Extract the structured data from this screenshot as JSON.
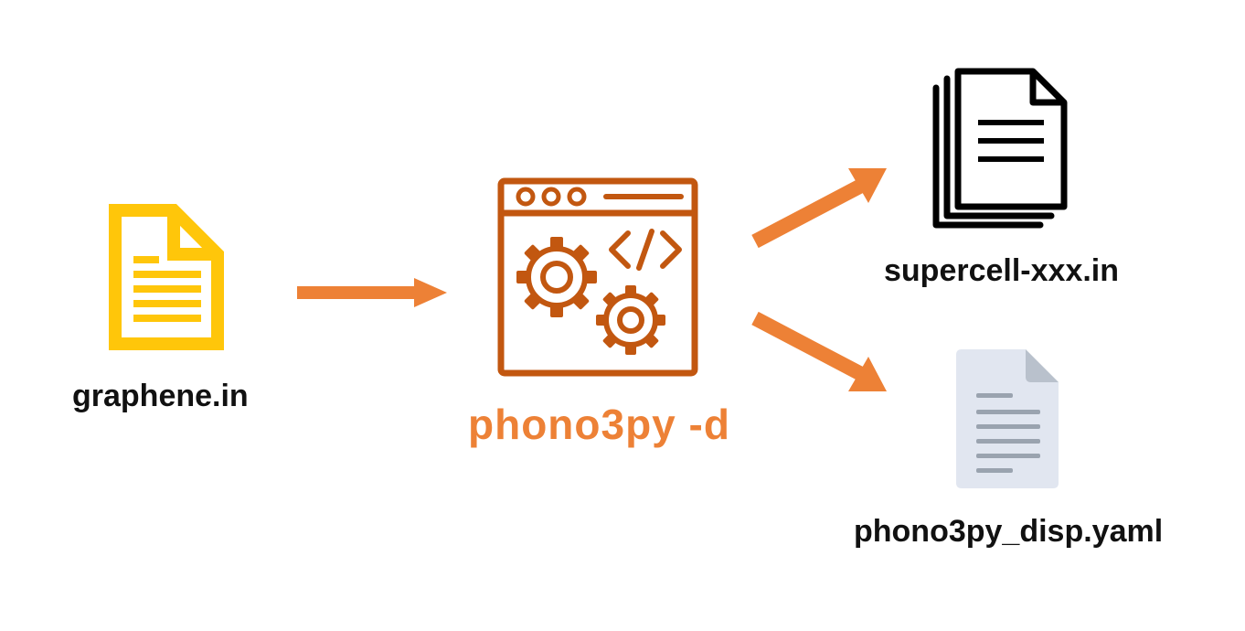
{
  "colors": {
    "input_file": "#FFC60A",
    "program": "#C25710",
    "arrow": "#ED8136",
    "command_text": "#ED8136",
    "output_files": "#000000",
    "yaml_file_body": "#E1E6F0",
    "yaml_file_lines": "#9AA3AF",
    "label_text": "#111111"
  },
  "input": {
    "icon": "document-icon",
    "label": "graphene.in"
  },
  "program": {
    "icon": "code-window-gears-icon",
    "label": "phono3py -d"
  },
  "outputs": [
    {
      "icon": "stacked-documents-icon",
      "label": "supercell-xxx.in"
    },
    {
      "icon": "document-icon",
      "label": "phono3py_disp.yaml"
    }
  ]
}
